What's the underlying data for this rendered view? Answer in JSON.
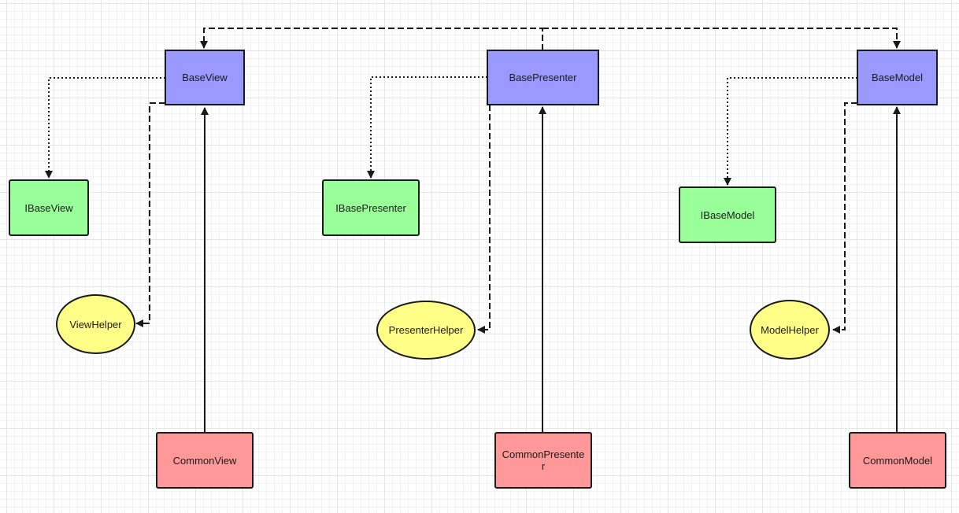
{
  "nodes": {
    "base_view": "BaseView",
    "base_presenter": "BasePresenter",
    "base_model": "BaseModel",
    "ibase_view": "IBaseView",
    "ibase_presenter": "IBasePresenter",
    "ibase_model": "IBaseModel",
    "view_helper": "ViewHelper",
    "presenter_helper": "PresenterHelper",
    "model_helper": "ModelHelper",
    "common_view": "CommonView",
    "common_presenter": "CommonPresenter",
    "common_model": "CommonModel"
  },
  "colors": {
    "base": "#9999ff",
    "interface": "#99ff99",
    "helper": "#ffff88",
    "common": "#ff9999",
    "stroke": "#1a1a1a",
    "grid": "#e6e6e6"
  }
}
